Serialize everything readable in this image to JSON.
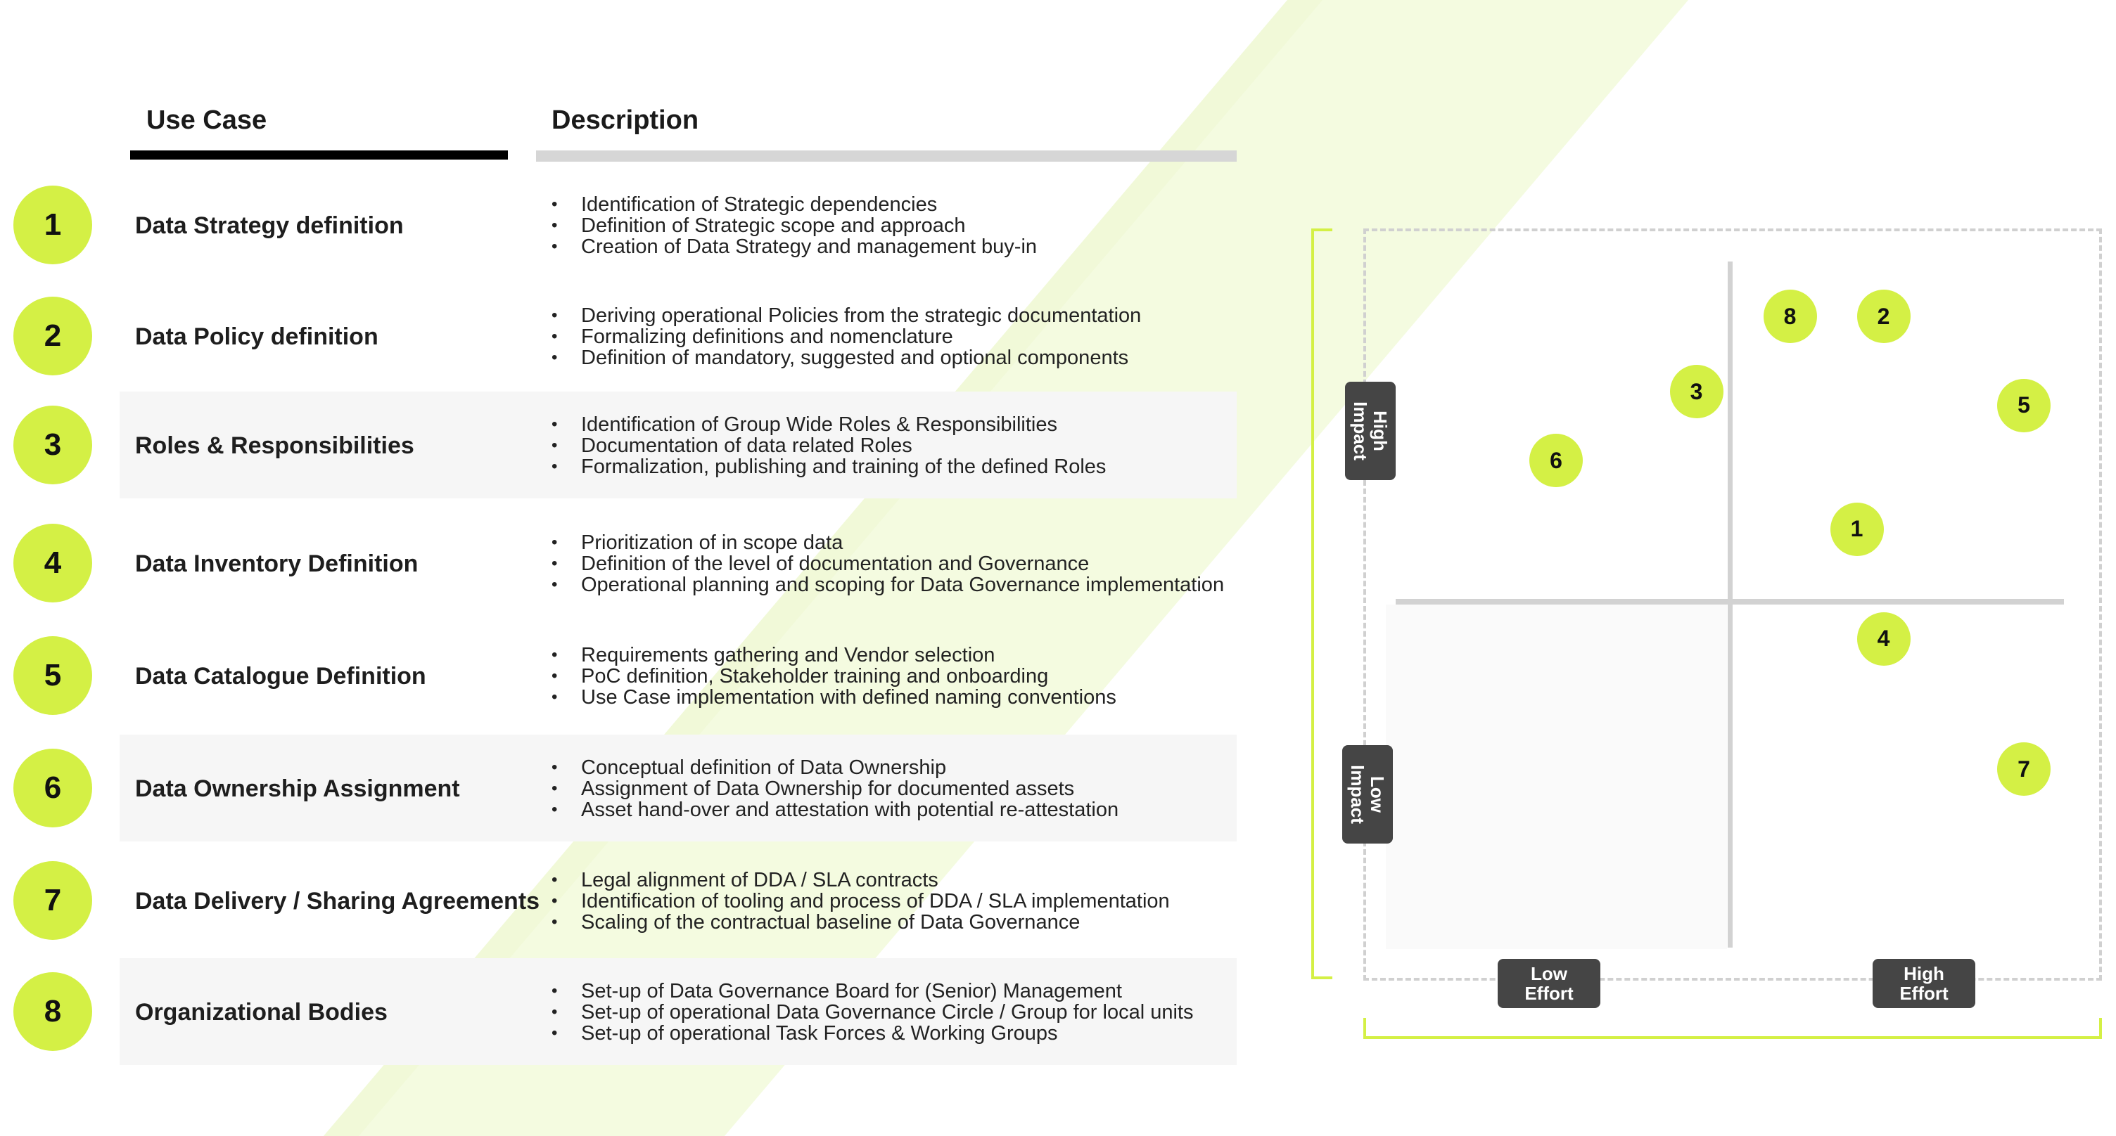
{
  "headers": {
    "use_case": "Use Case",
    "description": "Description"
  },
  "accent_color": "#d4f045",
  "use_cases": [
    {
      "number": "1",
      "title": "Data Strategy definition",
      "bullets": [
        "Identification of Strategic dependencies",
        "Definition of Strategic scope and approach",
        "Creation of Data Strategy and management buy-in"
      ]
    },
    {
      "number": "2",
      "title": "Data Policy definition",
      "bullets": [
        "Deriving operational Policies from the strategic documentation",
        "Formalizing definitions and nomenclature",
        "Definition of mandatory, suggested and optional components"
      ]
    },
    {
      "number": "3",
      "title": "Roles & Responsibilities",
      "bullets": [
        "Identification of Group Wide Roles & Responsibilities",
        "Documentation of data related Roles",
        "Formalization, publishing and training of the defined Roles"
      ]
    },
    {
      "number": "4",
      "title": "Data Inventory Definition",
      "bullets": [
        "Prioritization of in scope data",
        "Definition of the level of documentation and Governance",
        "Operational planning and scoping for Data Governance implementation"
      ]
    },
    {
      "number": "5",
      "title": "Data Catalogue Definition",
      "bullets": [
        "Requirements gathering and Vendor selection",
        "PoC definition, Stakeholder training and onboarding",
        "Use Case implementation with defined naming conventions"
      ]
    },
    {
      "number": "6",
      "title": "Data Ownership Assignment",
      "bullets": [
        "Conceptual definition of Data Ownership",
        "Assignment of Data Ownership for documented assets",
        "Asset hand-over and attestation with potential re-attestation"
      ]
    },
    {
      "number": "7",
      "title": "Data Delivery / Sharing Agreements",
      "bullets": [
        "Legal alignment of DDA / SLA contracts",
        "Identification of tooling and process of DDA / SLA implementation",
        "Scaling of the contractual baseline of Data Governance"
      ]
    },
    {
      "number": "8",
      "title": "Organizational Bodies",
      "bullets": [
        "Set-up of Data Governance Board for (Senior) Management",
        "Set-up of operational Data Governance Circle / Group for local units",
        "Set-up of operational Task Forces & Working Groups"
      ]
    }
  ],
  "matrix": {
    "labels": {
      "high_impact": "High\nImpact",
      "low_impact": "Low\nImpact",
      "low_effort": "Low\nEffort",
      "high_effort": "High\nEffort"
    },
    "points": [
      {
        "label": "1",
        "effort": 0.69,
        "impact": 0.61
      },
      {
        "label": "2",
        "effort": 0.73,
        "impact": 0.92
      },
      {
        "label": "3",
        "effort": 0.45,
        "impact": 0.81
      },
      {
        "label": "4",
        "effort": 0.73,
        "impact": 0.45
      },
      {
        "label": "5",
        "effort": 0.94,
        "impact": 0.79
      },
      {
        "label": "6",
        "effort": 0.24,
        "impact": 0.71
      },
      {
        "label": "7",
        "effort": 0.94,
        "impact": 0.26
      },
      {
        "label": "8",
        "effort": 0.59,
        "impact": 0.92
      }
    ]
  }
}
